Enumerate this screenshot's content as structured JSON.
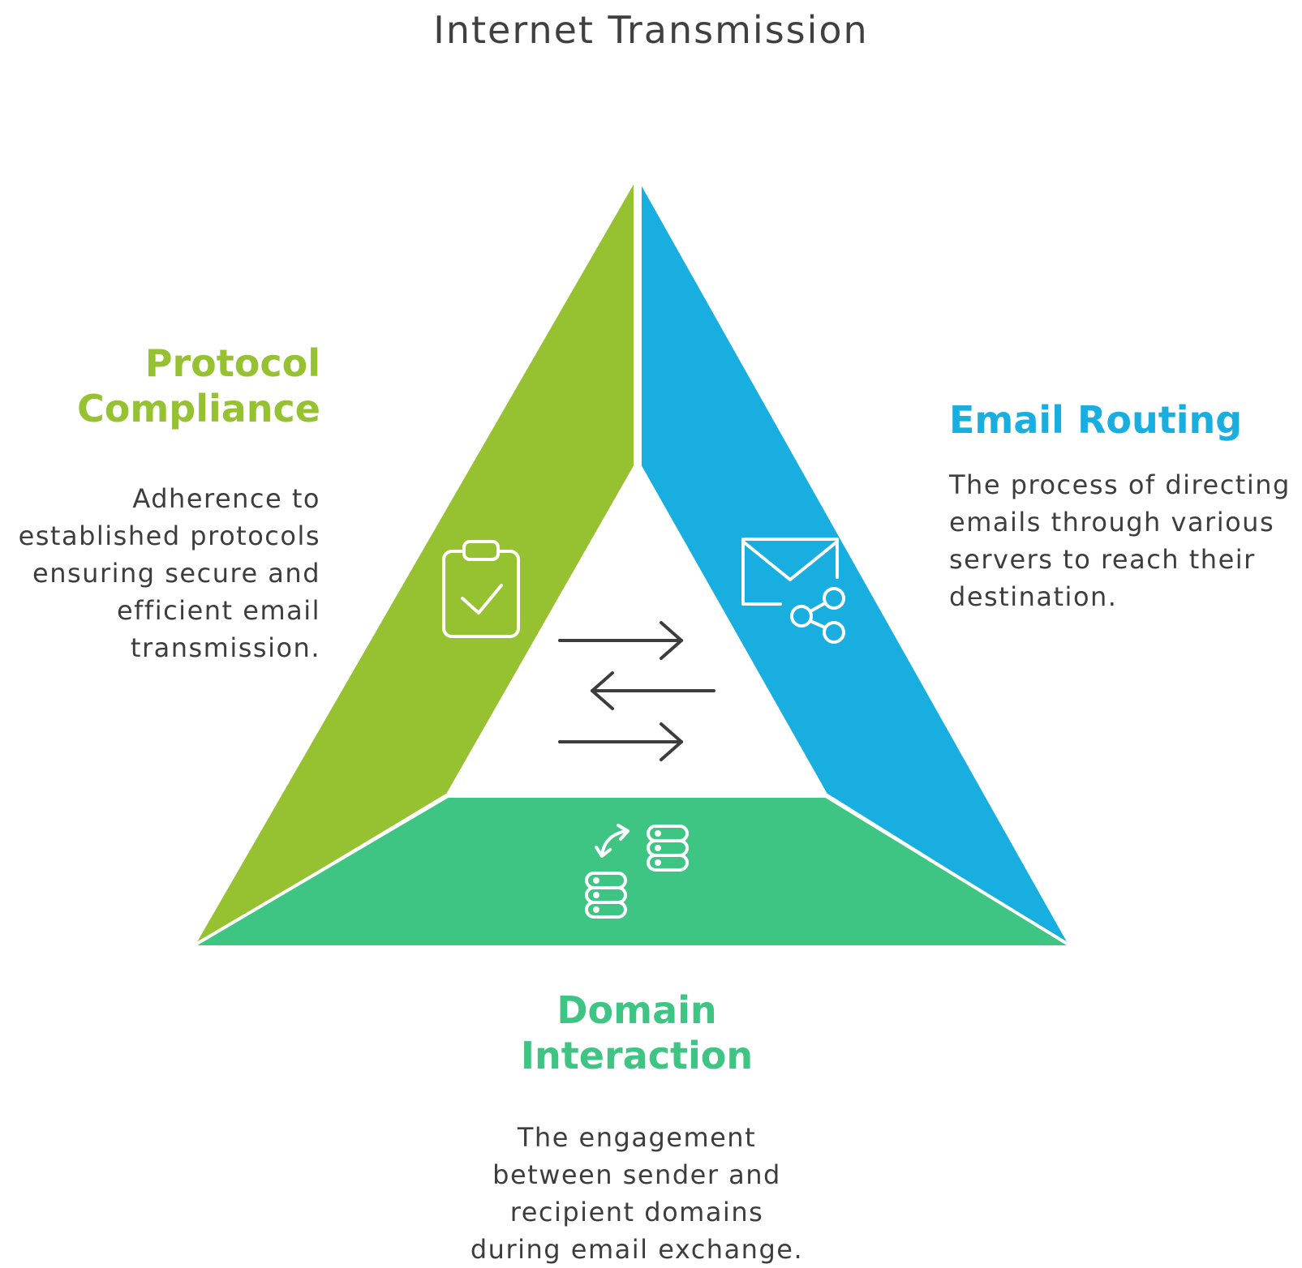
{
  "title": "Internet Transmission",
  "colors": {
    "left": "#96c232",
    "right": "#19aee0",
    "bottom": "#3ec483",
    "arrow": "#3d3d3d",
    "text": "#3d3d3d"
  },
  "sections": {
    "left": {
      "heading": "Protocol Compliance",
      "heading_line1": "Protocol",
      "heading_line2": "Compliance",
      "description_lines": [
        "Adherence to",
        "established protocols",
        "ensuring secure and",
        "efficient email",
        "transmission."
      ],
      "icon": "clipboard-check-icon"
    },
    "right": {
      "heading": "Email Routing",
      "description_lines": [
        "The process of directing",
        "emails through various",
        "servers to reach their",
        "destination."
      ],
      "icon": "email-share-icon"
    },
    "bottom": {
      "heading": "Domain Interaction",
      "heading_line1": "Domain",
      "heading_line2": "Interaction",
      "description_lines": [
        "The engagement",
        "between sender and",
        "recipient domains",
        "during email exchange."
      ],
      "icon": "server-exchange-icon"
    }
  },
  "center_icon": "bidirectional-arrows-icon"
}
